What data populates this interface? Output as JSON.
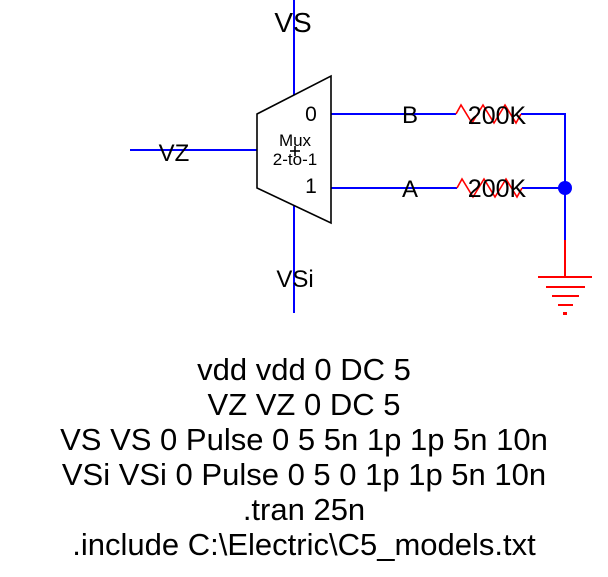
{
  "colors": {
    "wire": "#0000ff",
    "resistor": "#ff0000",
    "ground": "#ff0000",
    "outline": "#000000",
    "text": "#000000",
    "background": "#ffffff"
  },
  "schematic": {
    "labels": {
      "vs": "VS",
      "vz": "VZ",
      "vsi": "VSi",
      "b": "B",
      "a": "A"
    },
    "mux": {
      "line1": "Mux",
      "line2": "2-to-1",
      "input0": "0",
      "input1": "1"
    },
    "resistors": [
      {
        "value": "200K"
      },
      {
        "value": "200K"
      }
    ]
  },
  "spice_deck": {
    "lines": [
      "vdd vdd 0 DC 5",
      "VZ VZ 0 DC 5",
      "VS VS 0 Pulse 0 5 5n 1p 1p 5n 10n",
      "VSi VSi 0 Pulse 0 5 0 1p 1p 5n 10n",
      ".tran 25n",
      ".include C:\\Electric\\C5_models.txt"
    ]
  }
}
